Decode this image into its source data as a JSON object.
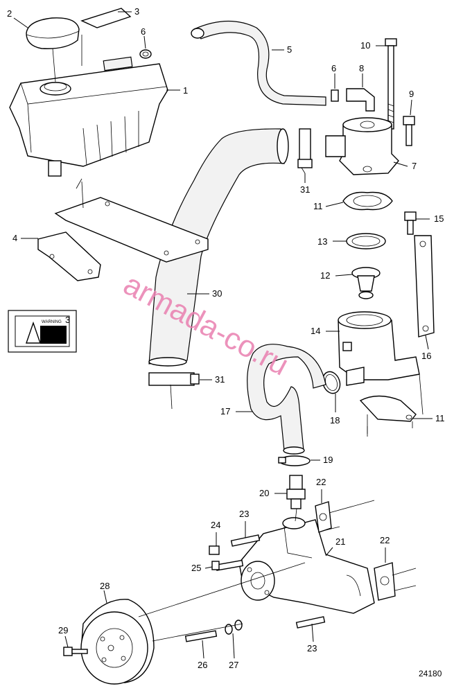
{
  "diagram": {
    "reference_number": "24180",
    "watermark": "armada-co.ru",
    "warning_label_text": "WARNING",
    "callouts": [
      "1",
      "2",
      "3",
      "4",
      "5",
      "6",
      "7",
      "8",
      "9",
      "10",
      "11",
      "12",
      "13",
      "14",
      "15",
      "16",
      "17",
      "18",
      "19",
      "20",
      "21",
      "22",
      "23",
      "24",
      "25",
      "26",
      "27",
      "28",
      "29",
      "30",
      "31"
    ],
    "labels": {
      "n1": "1",
      "n2": "2",
      "n3a": "3",
      "n3b": "3",
      "n4": "4",
      "n5": "5",
      "n6a": "6",
      "n6b": "6",
      "n7": "7",
      "n8": "8",
      "n9": "9",
      "n10": "10",
      "n11a": "11",
      "n11b": "11",
      "n12": "12",
      "n13": "13",
      "n14": "14",
      "n15": "15",
      "n16": "16",
      "n17": "17",
      "n18": "18",
      "n19": "19",
      "n20": "20",
      "n21": "21",
      "n22a": "22",
      "n22b": "22",
      "n23a": "23",
      "n23b": "23",
      "n24": "24",
      "n25": "25",
      "n26": "26",
      "n27": "27",
      "n28": "28",
      "n29": "29",
      "n30": "30",
      "n31a": "31",
      "n31b": "31"
    }
  }
}
